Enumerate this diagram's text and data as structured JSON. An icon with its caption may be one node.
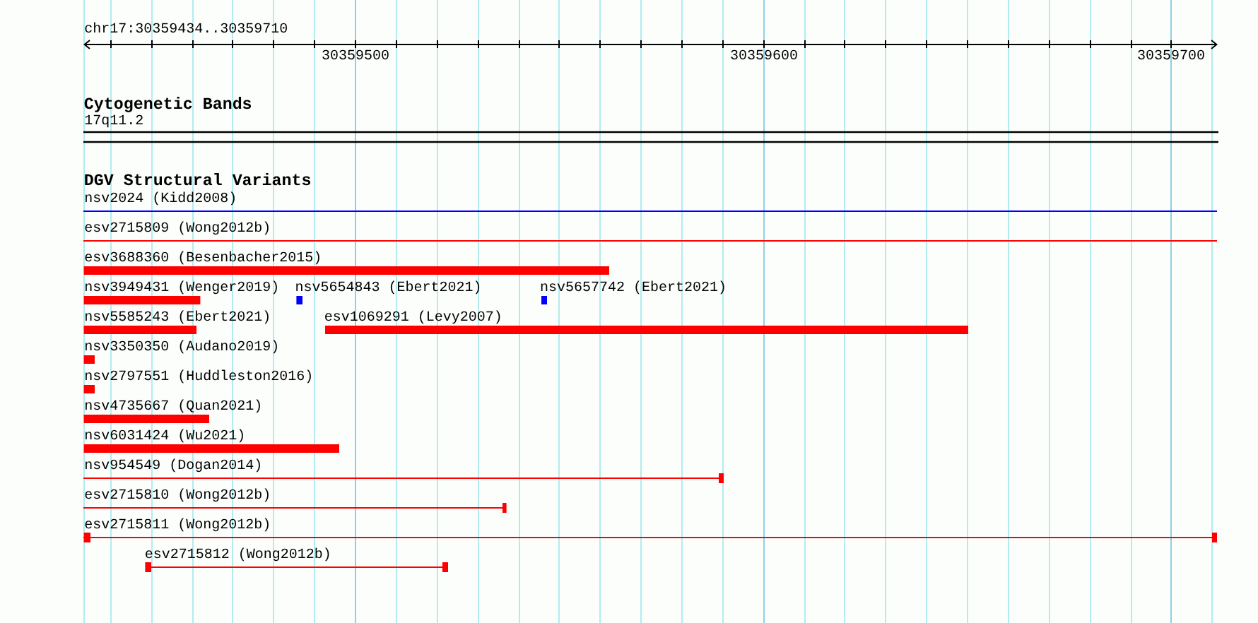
{
  "diagram": {
    "labels": [
      "chr17:30359434..30359710",
      "30359500",
      "30359600",
      "30359700",
      "Cytogenetic Bands",
      "17q11.2",
      "DGV Structural Variants",
      "nsv2024 (Kidd2008)",
      "esv2715809 (Wong2012b)",
      "esv3688360 (Besenbacher2015)",
      "nsv3949431 (Wenger2019)",
      "nsv5654843 (Ebert2021)",
      "nsv5657742 (Ebert2021)",
      "nsv5585243 (Ebert2021)",
      "esv1069291 (Levy2007)",
      "nsv3350350 (Audano2019)",
      "nsv2797551 (Huddleston2016)",
      "nsv4735667 (Quan2021)",
      "nsv6031424 (Wu2021)",
      "nsv954549 (Dogan2014)",
      "esv2715810 (Wong2012b)",
      "esv2715811 (Wong2012b)",
      "esv2715812 (Wong2012b)"
    ]
  }
}
